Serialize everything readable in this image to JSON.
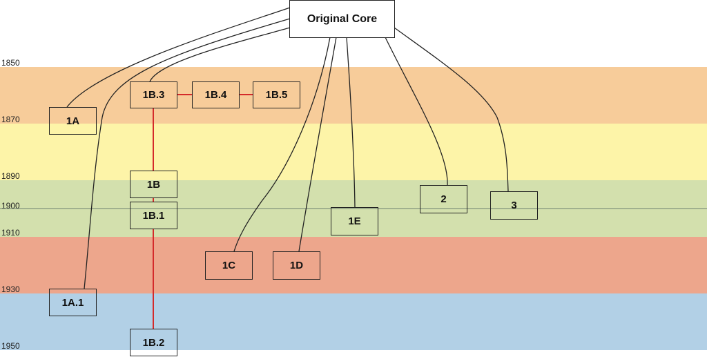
{
  "bands": [
    {
      "color": "#f7cc9a"
    },
    {
      "color": "#fdf4a8"
    },
    {
      "color": "#d3e0ad"
    },
    {
      "color": "#eda68c"
    },
    {
      "color": "#b2d0e6"
    }
  ],
  "year_labels": [
    "1850",
    "1870",
    "1890",
    "1900",
    "1910",
    "1930",
    "1950"
  ],
  "nodes": {
    "root": "Original Core",
    "n1A": "1A",
    "n1A1": "1A.1",
    "n1B3": "1B.3",
    "n1B4": "1B.4",
    "n1B5": "1B.5",
    "n1B": "1B",
    "n1B1": "1B.1",
    "n1B2": "1B.2",
    "n1C": "1C",
    "n1D": "1D",
    "n1E": "1E",
    "n2": "2",
    "n3": "3"
  },
  "colors": {
    "connector": "#222222",
    "lineage": "#d42a2a"
  }
}
